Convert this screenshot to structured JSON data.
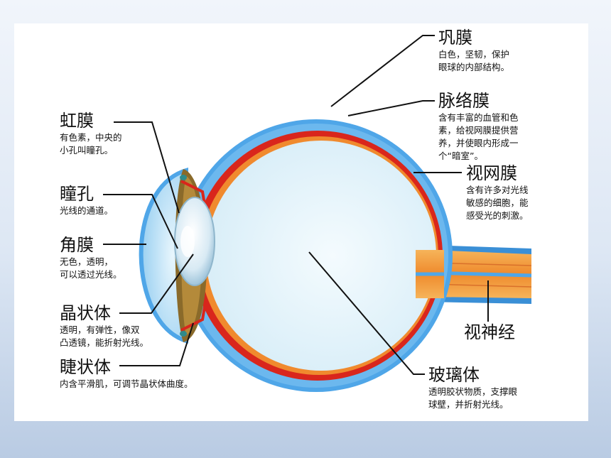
{
  "labels": {
    "sclera": {
      "title": "巩膜",
      "desc": [
        "白色，坚韧，保护",
        "眼球的内部结构。"
      ]
    },
    "choroid": {
      "title": "脉络膜",
      "desc": [
        "含有丰富的血管和色",
        "素，给视网膜提供营",
        "养，并使眼内形成一",
        "个“暗室”。"
      ]
    },
    "retina": {
      "title": "视网膜",
      "desc": [
        "含有许多对光线",
        "敏感的细胞，能",
        "感受光的刺激。"
      ]
    },
    "optic_nerve": {
      "title": "视神经"
    },
    "vitreous": {
      "title": "玻璃体",
      "desc": [
        "透明胶状物质，支撑眼",
        "球壁，并折射光线。"
      ]
    },
    "iris": {
      "title": "虹膜",
      "desc": [
        "有色素，中央的",
        "小孔叫瞳孔。"
      ]
    },
    "pupil": {
      "title": "瞳孔",
      "desc": [
        "光线的通道。"
      ]
    },
    "cornea": {
      "title": "角膜",
      "desc": [
        "无色，透明，",
        "可以透过光线。"
      ]
    },
    "lens": {
      "title": "晶状体",
      "desc": [
        "透明，有弹性，像双",
        "凸透镜，能折射光线。"
      ]
    },
    "ciliary": {
      "title": "睫状体",
      "desc": [
        "内含平滑肌，可调节晶状体曲度。"
      ]
    }
  },
  "colors": {
    "sclera": "#4fa6e8",
    "choroid": "#d9261c",
    "retina": "#f08a2e",
    "vitreous": "#e6f5fb",
    "optic_nerve": "#f09a3a"
  }
}
